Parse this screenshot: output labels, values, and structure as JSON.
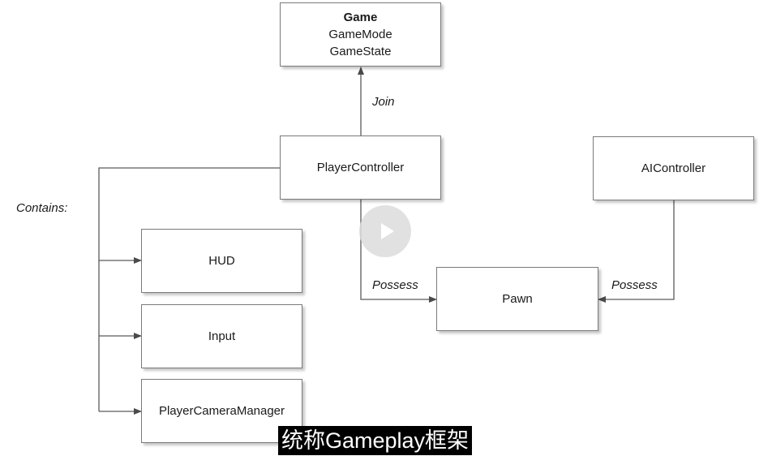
{
  "nodes": {
    "game": {
      "title": "Game",
      "lines": [
        "GameMode",
        "GameState"
      ]
    },
    "player_controller": {
      "label": "PlayerController"
    },
    "ai_controller": {
      "label": "AIController"
    },
    "pawn": {
      "label": "Pawn"
    },
    "hud": {
      "label": "HUD"
    },
    "input": {
      "label": "Input"
    },
    "player_camera_manager": {
      "label": "PlayerCameraManager"
    }
  },
  "edges": {
    "join": "Join",
    "possess_player": "Possess",
    "possess_ai": "Possess",
    "contains": "Contains:"
  },
  "caption": "统称Gameplay框架",
  "colors": {
    "line": "#5a5a5a",
    "box_border": "#7a7a7a",
    "caption_bg": "#000000",
    "caption_text": "#ffffff"
  },
  "overlay_icon": "play-icon"
}
